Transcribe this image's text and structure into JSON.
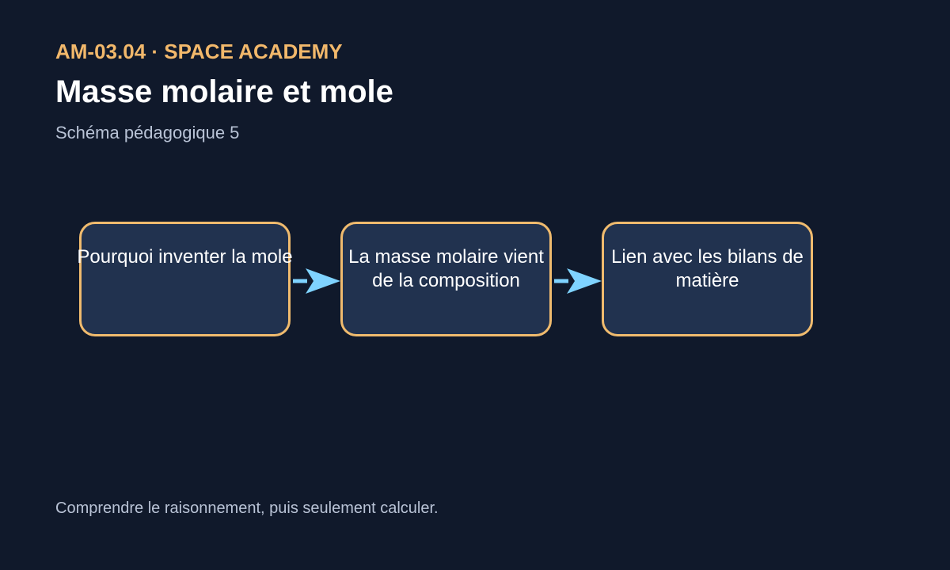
{
  "header": {
    "course_code": "AM-03.04 · SPACE ACADEMY",
    "title": "Masse molaire et mole",
    "subtitle": "Schéma pédagogique 5"
  },
  "diagram": {
    "nodes": [
      {
        "label": "Pourquoi inventer la mole"
      },
      {
        "label": "La masse molaire vient de la composition"
      },
      {
        "label": "Lien avec les bilans de matière"
      }
    ],
    "edges": [
      {
        "from": 0,
        "to": 1
      },
      {
        "from": 1,
        "to": 2
      }
    ]
  },
  "footer": {
    "note": "Comprendre le raisonnement, puis seulement calculer."
  },
  "colors": {
    "background": "#10192b",
    "accent": "#f2b86b",
    "node_fill": "#21324f",
    "node_border": "#f0bb6e",
    "arrow": "#7fd3ff"
  }
}
